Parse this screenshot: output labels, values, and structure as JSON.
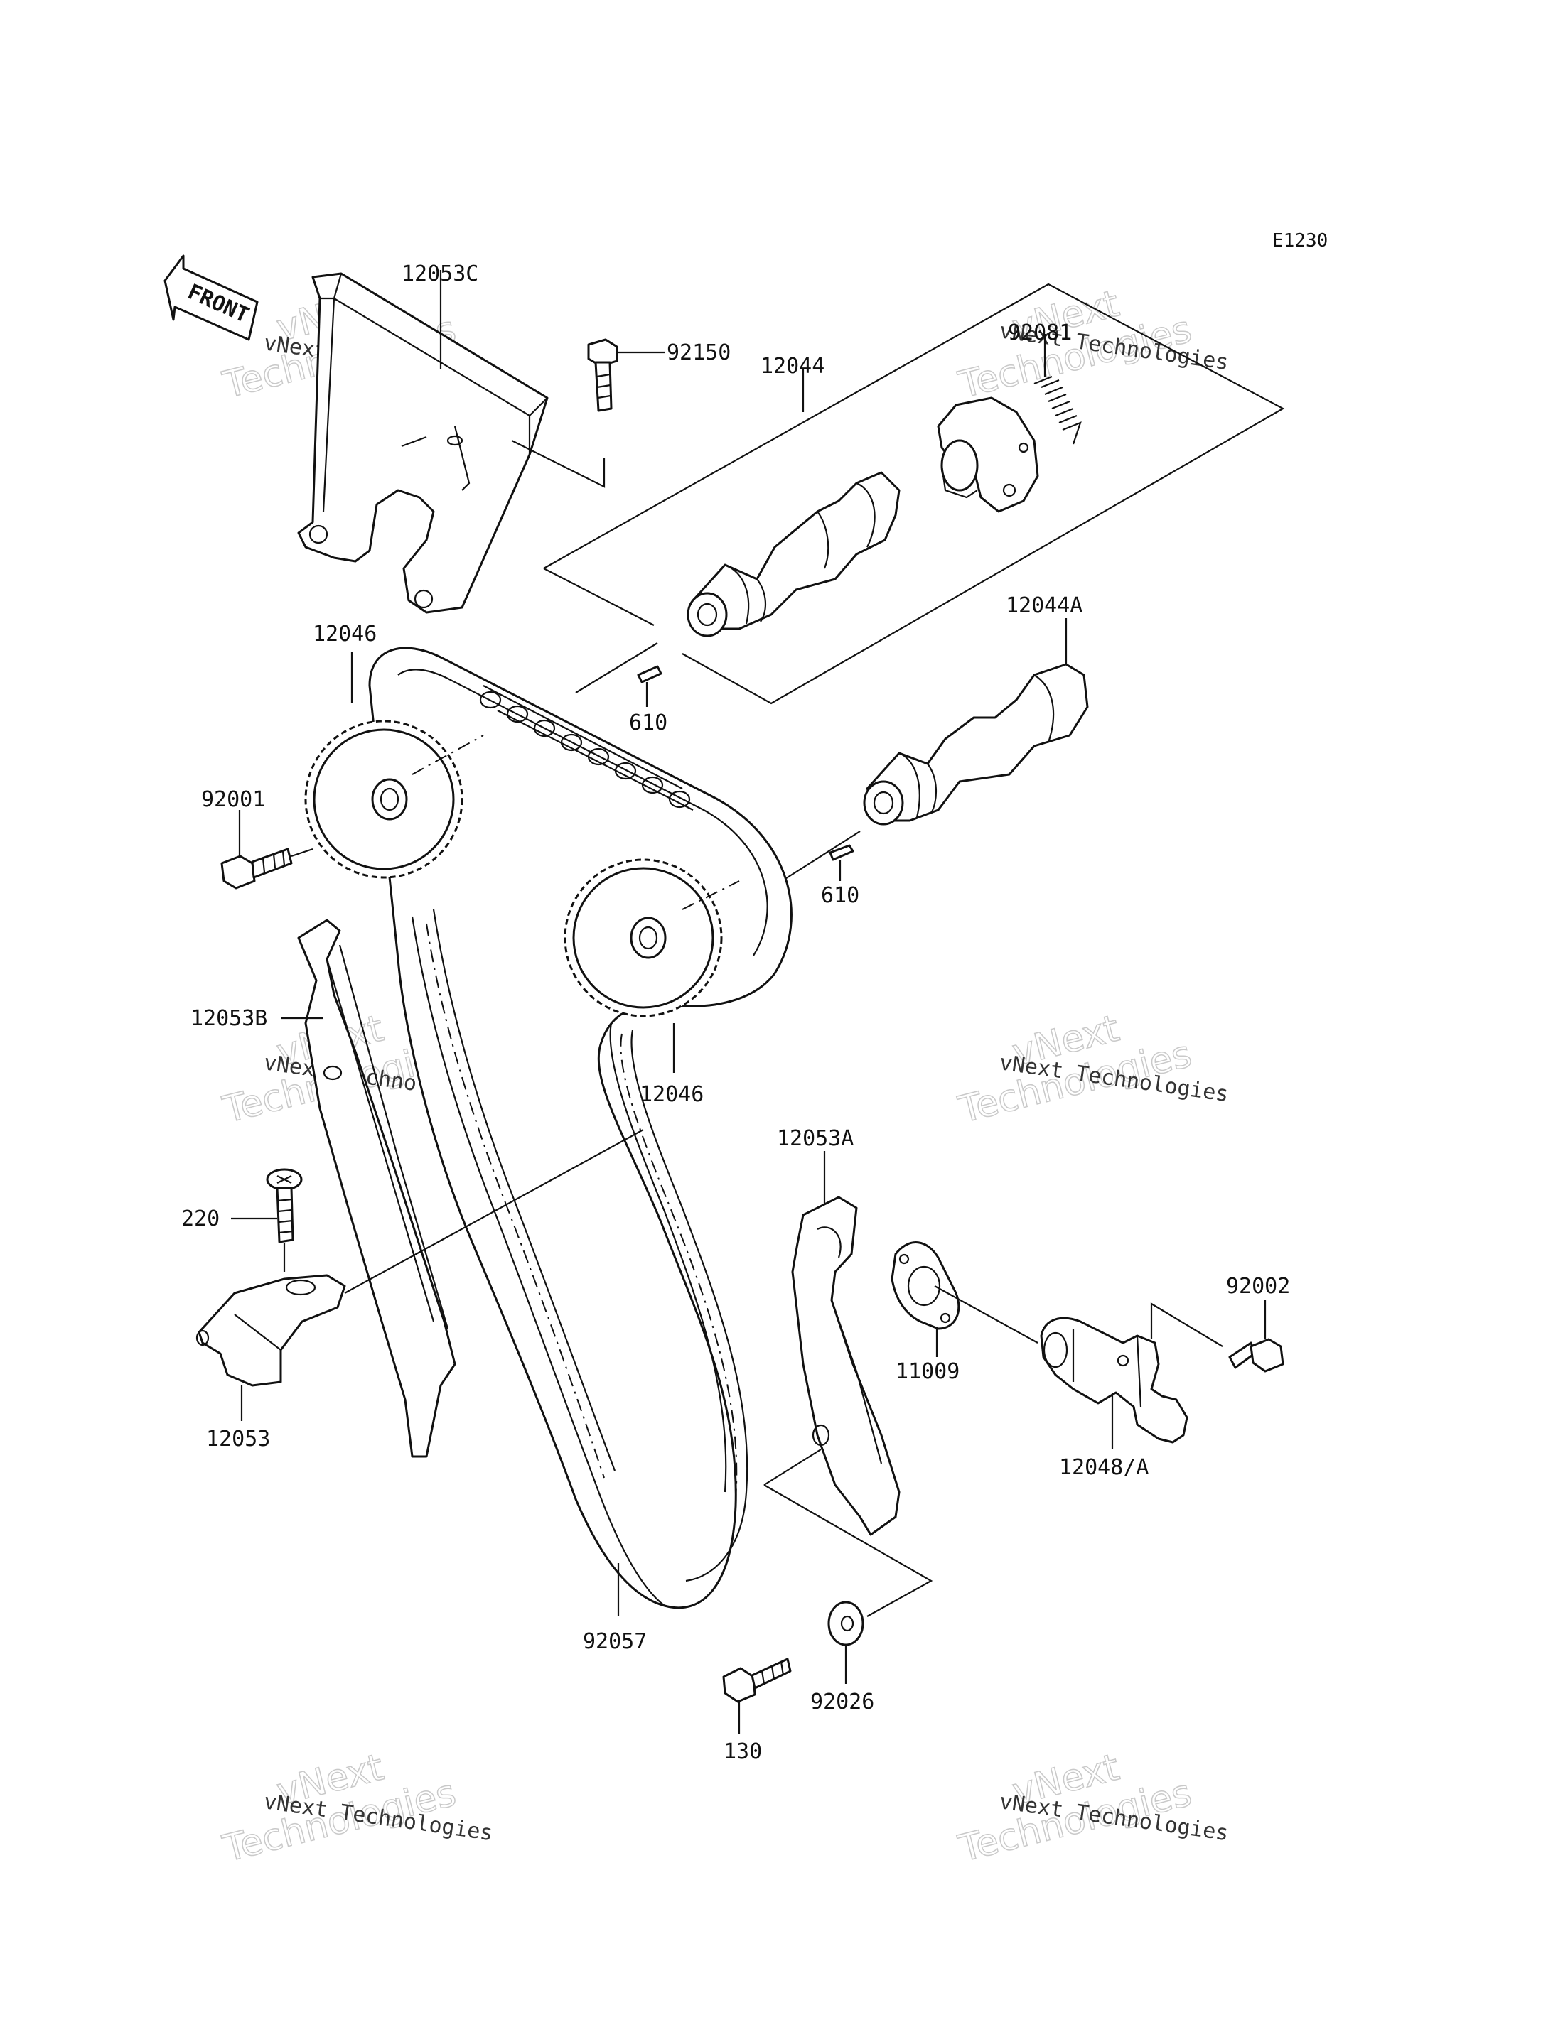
{
  "diagram_code": "E1230",
  "front_label": "FRONT",
  "watermark": {
    "line1": "vNext Technologies",
    "line2": "vNext",
    "line3": "Technologies"
  },
  "parts": {
    "p12053C": "12053C",
    "p92150": "92150",
    "p12044": "12044",
    "p92081": "92081",
    "p12046_upper": "12046",
    "p12044A": "12044A",
    "p610_upper": "610",
    "p92001": "92001",
    "p610_lower": "610",
    "p12053B": "12053B",
    "p12046_lower": "12046",
    "p12053A": "12053A",
    "p220": "220",
    "p92002": "92002",
    "p11009": "11009",
    "p12053": "12053",
    "p12048A": "12048/A",
    "p92057": "92057",
    "p92026": "92026",
    "p130": "130"
  }
}
